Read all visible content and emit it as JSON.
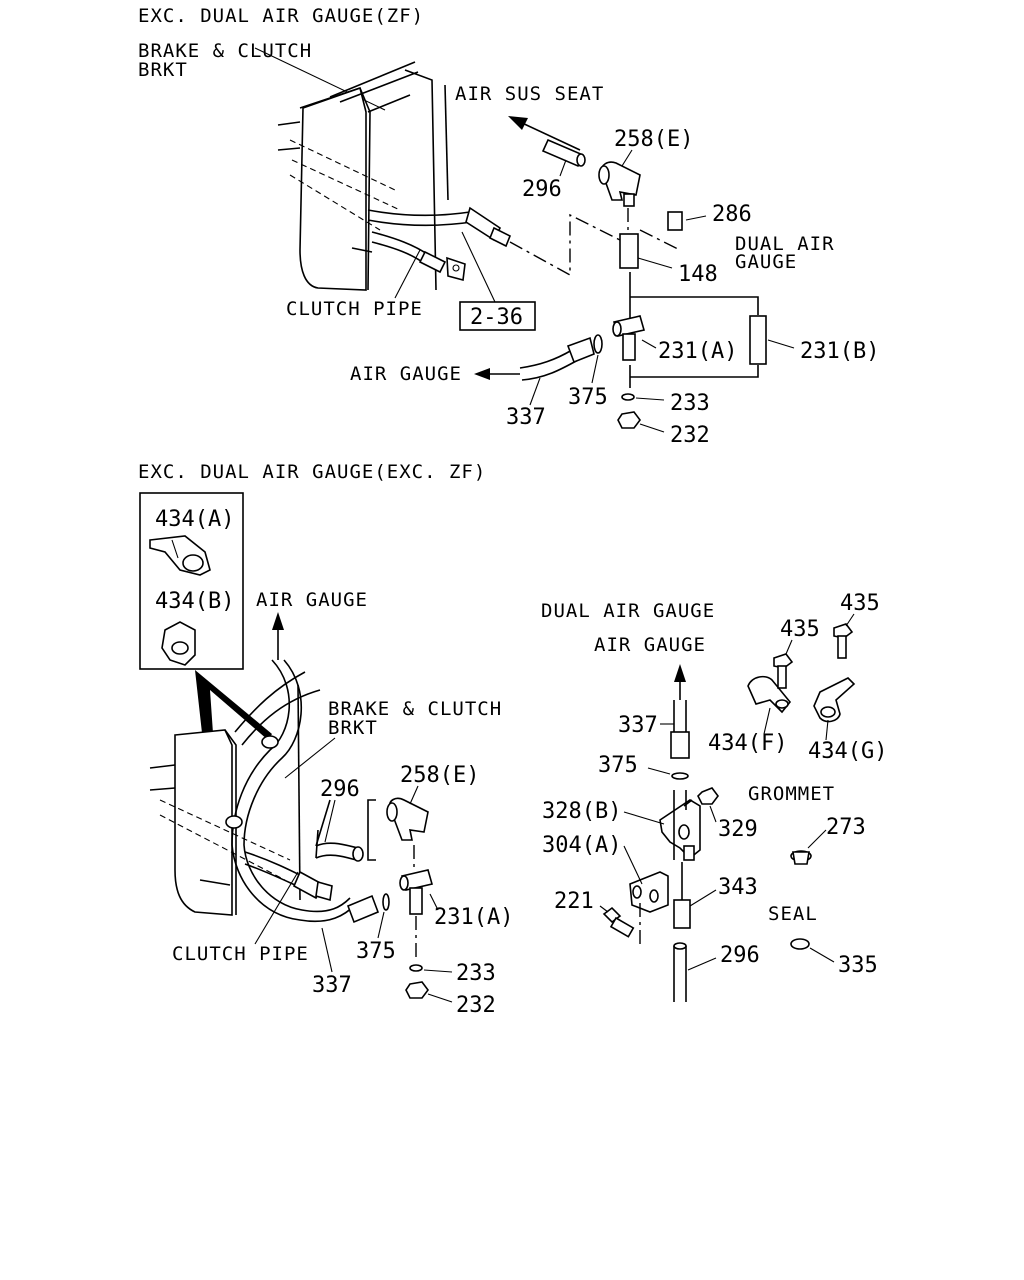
{
  "top": {
    "heading": "EXC. DUAL AIR GAUGE(ZF)",
    "brkt_l1": "BRAKE & CLUTCH",
    "brkt_l2": "BRKT",
    "air_sus_seat": "AIR SUS SEAT",
    "dual_l1": "DUAL AIR",
    "dual_l2": "GAUGE",
    "clutch_pipe": "CLUTCH PIPE",
    "ref_box": "2-36",
    "air_gauge": "AIR GAUGE",
    "p258e": "258(E)",
    "p296": "296",
    "p286": "286",
    "p148": "148",
    "p231a": "231(A)",
    "p231b": "231(B)",
    "p375": "375",
    "p337": "337",
    "p233": "233",
    "p232": "232"
  },
  "bottom": {
    "heading": "EXC. DUAL AIR GAUGE(EXC. ZF)",
    "p434a": "434(A)",
    "p434b": "434(B)",
    "air_gauge": "AIR GAUGE",
    "brkt_l1": "BRAKE & CLUTCH",
    "brkt_l2": "BRKT",
    "p296": "296",
    "p258e": "258(E)",
    "p231a": "231(A)",
    "clutch_pipe": "CLUTCH PIPE",
    "p375": "375",
    "p337": "337",
    "p233": "233",
    "p232": "232"
  },
  "right": {
    "dual_air_gauge": "DUAL AIR GAUGE",
    "air_gauge": "AIR GAUGE",
    "p435a": "435",
    "p435b": "435",
    "p434f": "434(F)",
    "p434g": "434(G)",
    "p337": "337",
    "p375": "375",
    "grommet": "GROMMET",
    "p328b": "328(B)",
    "p329": "329",
    "p273": "273",
    "p304a": "304(A)",
    "p343": "343",
    "p221": "221",
    "seal": "SEAL",
    "p296": "296",
    "p335": "335"
  }
}
